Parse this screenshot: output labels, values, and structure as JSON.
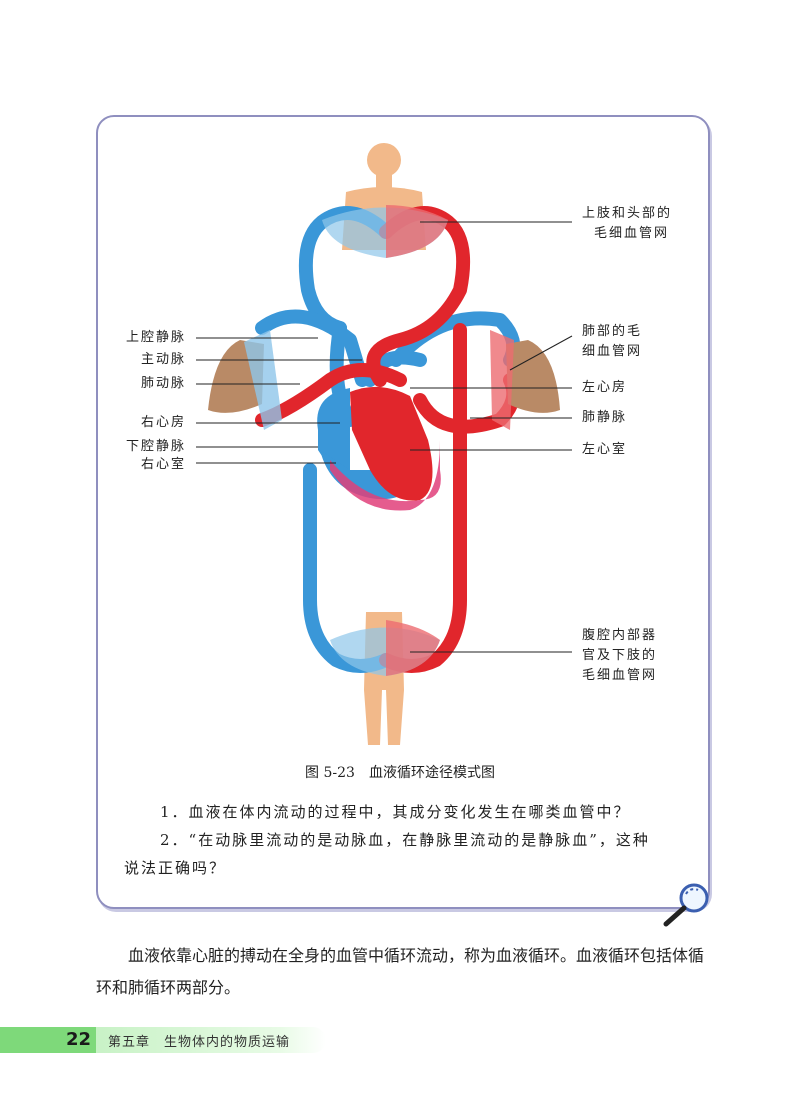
{
  "figure": {
    "labels_left": [
      "上腔静脉",
      "主动脉",
      "肺动脉",
      "右心房",
      "下腔静脉",
      "右心室"
    ],
    "labels_right_top": [
      "上肢和头部的",
      "毛细血管网"
    ],
    "labels_right_lung": [
      "肺部的毛",
      "细血管网"
    ],
    "labels_right": [
      "左心房",
      "肺静脉",
      "左心室"
    ],
    "labels_right_bottom": [
      "腹腔内部器",
      "官及下肢的",
      "毛细血管网"
    ],
    "caption": "图 5-23　血液循环途径模式图"
  },
  "questions": {
    "q1": "1．血液在体内流动的过程中，其成分变化发生在哪类血管中？",
    "q2a": "2．“在动脉里流动的是动脉血，在静脉里流动的是静脉血”，这种",
    "q2b": "说法正确吗？"
  },
  "paragraph": "血液依靠心脏的搏动在全身的血管中循环流动，称为血液循环。血液循环包括体循环和肺循环两部分。",
  "footer": {
    "page_number": "22",
    "chapter": "第五章　生物体内的物质运输"
  },
  "colors": {
    "artery": "#e1262c",
    "vein": "#3a97d8",
    "accent": "#7ed97a",
    "border": "#8f8fbf"
  }
}
